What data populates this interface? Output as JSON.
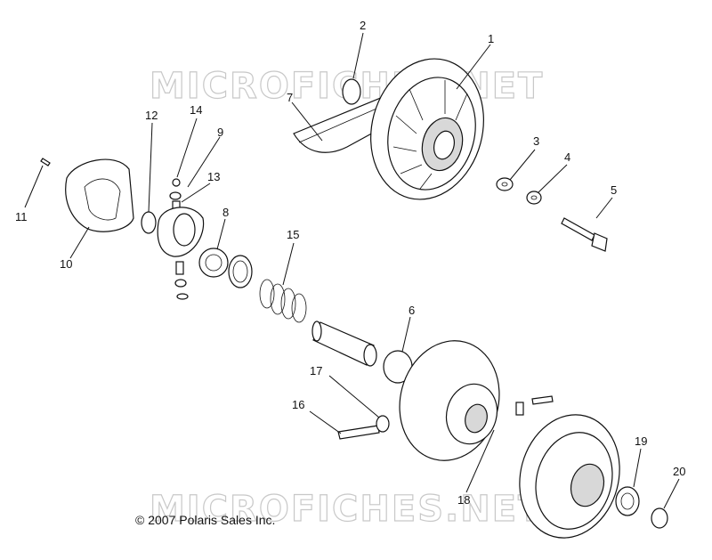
{
  "watermarks": [
    "MICROFICHES.NET",
    "MICROFICHES.NET"
  ],
  "copyright": "© 2007 Polaris Sales Inc.",
  "callouts": [
    "1",
    "2",
    "3",
    "4",
    "5",
    "6",
    "7",
    "8",
    "9",
    "10",
    "11",
    "12",
    "13",
    "14",
    "15",
    "16",
    "17",
    "18",
    "19",
    "20"
  ]
}
